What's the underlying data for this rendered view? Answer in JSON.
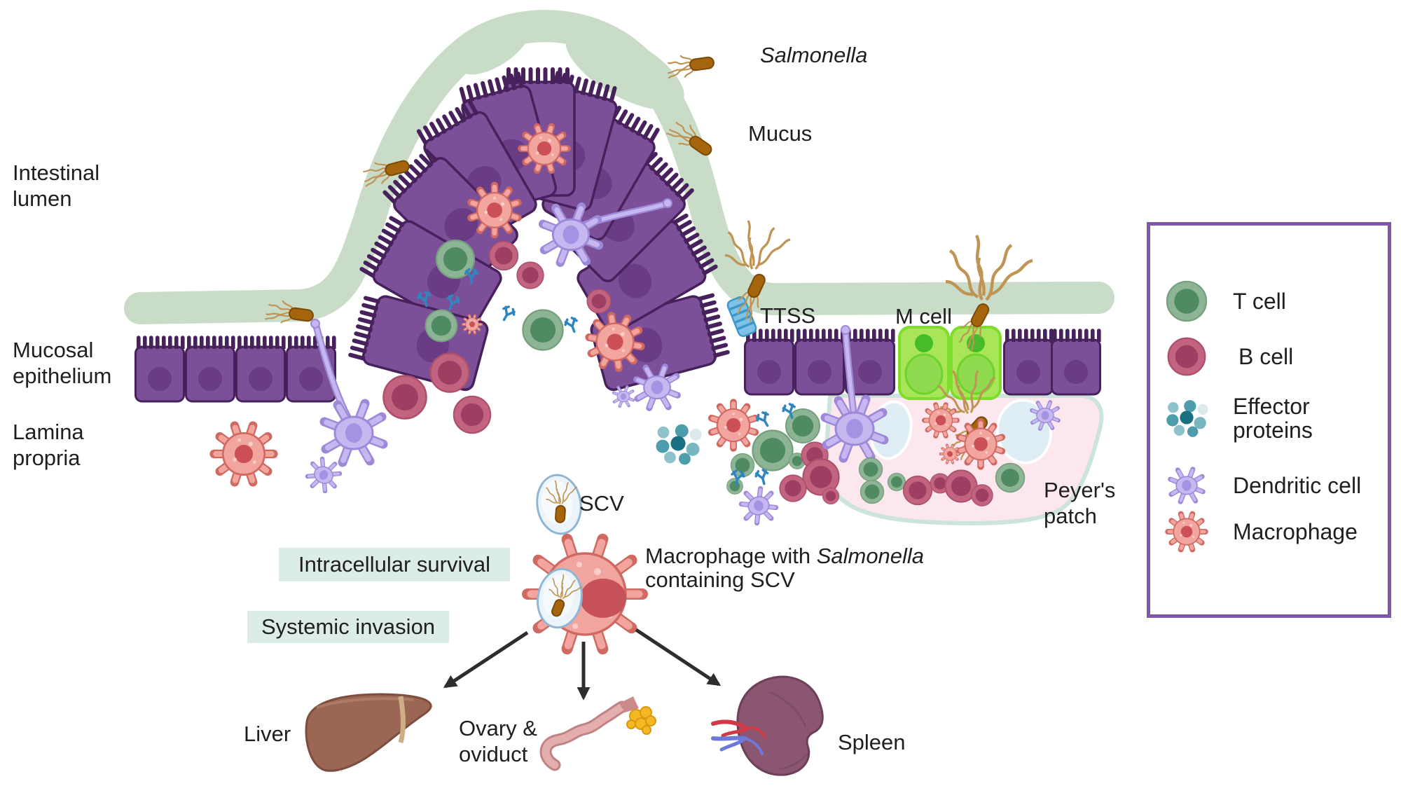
{
  "labels": {
    "intestinal_lumen": "Intestinal lumen",
    "mucosal_epithelium": "Mucosal epithelium",
    "lamina_propria": "Lamina propria",
    "salmonella": "Salmonella",
    "mucus": "Mucus",
    "ttss": "TTSS",
    "m_cell": "M cell",
    "peyers_patch": "Peyer's patch",
    "scv": "SCV",
    "intracellular_survival": "Intracellular survival",
    "systemic_invasion": "Systemic invasion",
    "macrophage_caption": {
      "pre": "Macrophage with ",
      "italic": "Salmonella",
      "post": " containing SCV"
    },
    "liver": "Liver",
    "ovary_oviduct": "Ovary & oviduct",
    "spleen": "Spleen"
  },
  "legend": {
    "items": [
      {
        "id": "t-cell",
        "label": "T cell"
      },
      {
        "id": "b-cell",
        "label": "B cell"
      },
      {
        "id": "effector-proteins",
        "label": "Effector proteins"
      },
      {
        "id": "dendritic-cell",
        "label": "Dendritic cell"
      },
      {
        "id": "macrophage",
        "label": "Macrophage"
      }
    ],
    "border_color": "#8157ab"
  },
  "colors": {
    "mucus": "#c9dcc8",
    "epithelium": "#7c4f99",
    "epithelium_nucleus": "#693c85",
    "epithelium_outline": "#46215c",
    "m_cell": "#a9e558",
    "macrophage": "#f2a49e",
    "macrophage_nucleus": "#cc5156",
    "t_cell": "#8db495",
    "t_cell_inner": "#4f8a60",
    "b_cell": "#c2647f",
    "b_cell_inner": "#9d3f63",
    "dendritic_cell": "#c6b7f0",
    "effector_protein": "#4e9dac",
    "antibody": "#2e86c1",
    "salmonella_body": "#a4650d",
    "flagella": "#bf9455",
    "ttss_needle": "#7ec3e6",
    "scv_vesicle": "#ecf4fb",
    "peyers_patch": "#fbe7ed",
    "highlight_bg": "#dcede6",
    "arrow": "#2d2d2d",
    "liver": "#9b6754",
    "spleen": "#8a5672",
    "ovary": "#e4aeac"
  }
}
